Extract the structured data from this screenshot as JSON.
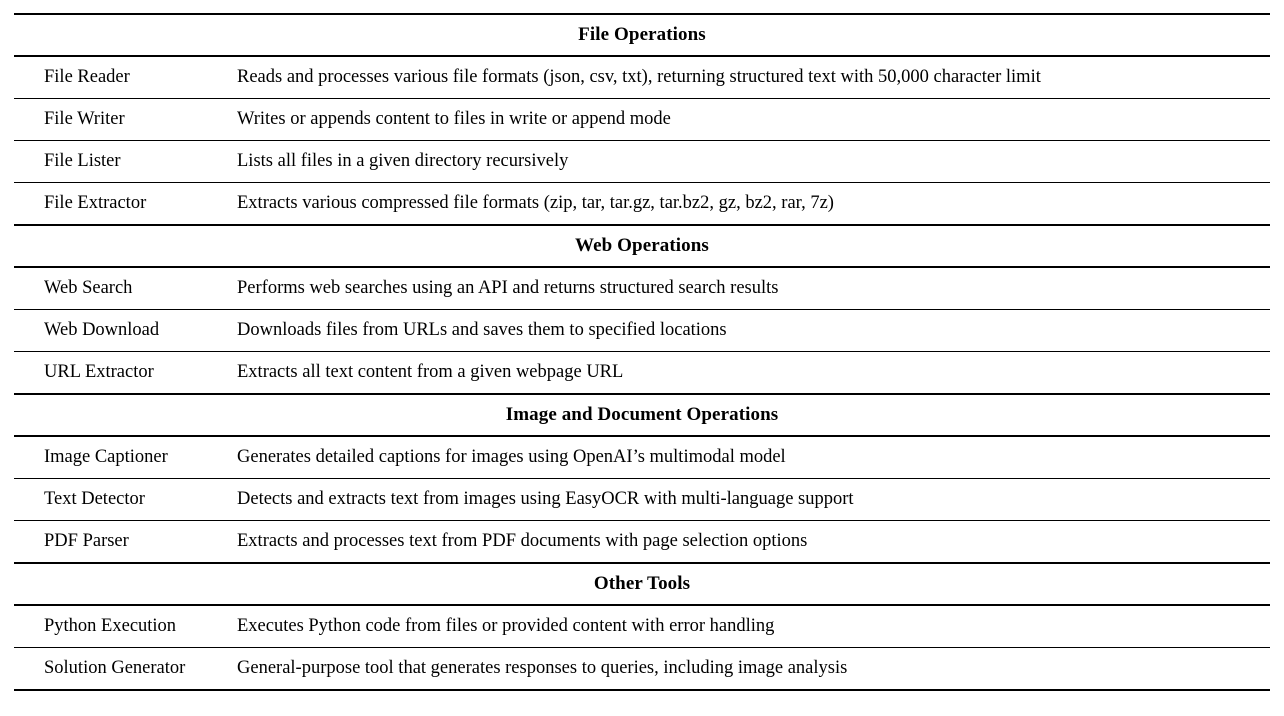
{
  "table": {
    "caption_style": "booktabs",
    "sections": [
      {
        "id": "file-operations",
        "header": "File Operations",
        "rows": [
          {
            "name": "File Reader",
            "description": "Reads and processes various file formats (json, csv, txt), returning structured text with 50,000 character limit"
          },
          {
            "name": "File Writer",
            "description": "Writes or appends content to files in write or append mode"
          },
          {
            "name": "File Lister",
            "description": "Lists all files in a given directory recursively"
          },
          {
            "name": "File Extractor",
            "description": "Extracts various compressed file formats (zip, tar, tar.gz, tar.bz2, gz, bz2, rar, 7z)"
          }
        ]
      },
      {
        "id": "web-operations",
        "header": "Web Operations",
        "rows": [
          {
            "name": "Web Search",
            "description": "Performs web searches using an API and returns structured search results"
          },
          {
            "name": "Web Download",
            "description": "Downloads files from URLs and saves them to specified locations"
          },
          {
            "name": "URL Extractor",
            "description": "Extracts all text content from a given webpage URL"
          }
        ]
      },
      {
        "id": "image-and-document-operations",
        "header": "Image and Document Operations",
        "rows": [
          {
            "name": "Image Captioner",
            "description": "Generates detailed captions for images using OpenAI’s multimodal model"
          },
          {
            "name": "Text Detector",
            "description": "Detects and extracts text from images using EasyOCR with multi-language support"
          },
          {
            "name": "PDF Parser",
            "description": "Extracts and processes text from PDF documents with page selection options"
          }
        ]
      },
      {
        "id": "other-tools",
        "header": "Other Tools",
        "rows": [
          {
            "name": "Python Execution",
            "description": "Executes Python code from files or provided content with error handling"
          },
          {
            "name": "Solution Generator",
            "description": "General-purpose tool that generates responses to queries, including image analysis"
          }
        ]
      }
    ]
  },
  "colors": {
    "text": "#000000",
    "rule": "#000000",
    "background": "#ffffff"
  }
}
